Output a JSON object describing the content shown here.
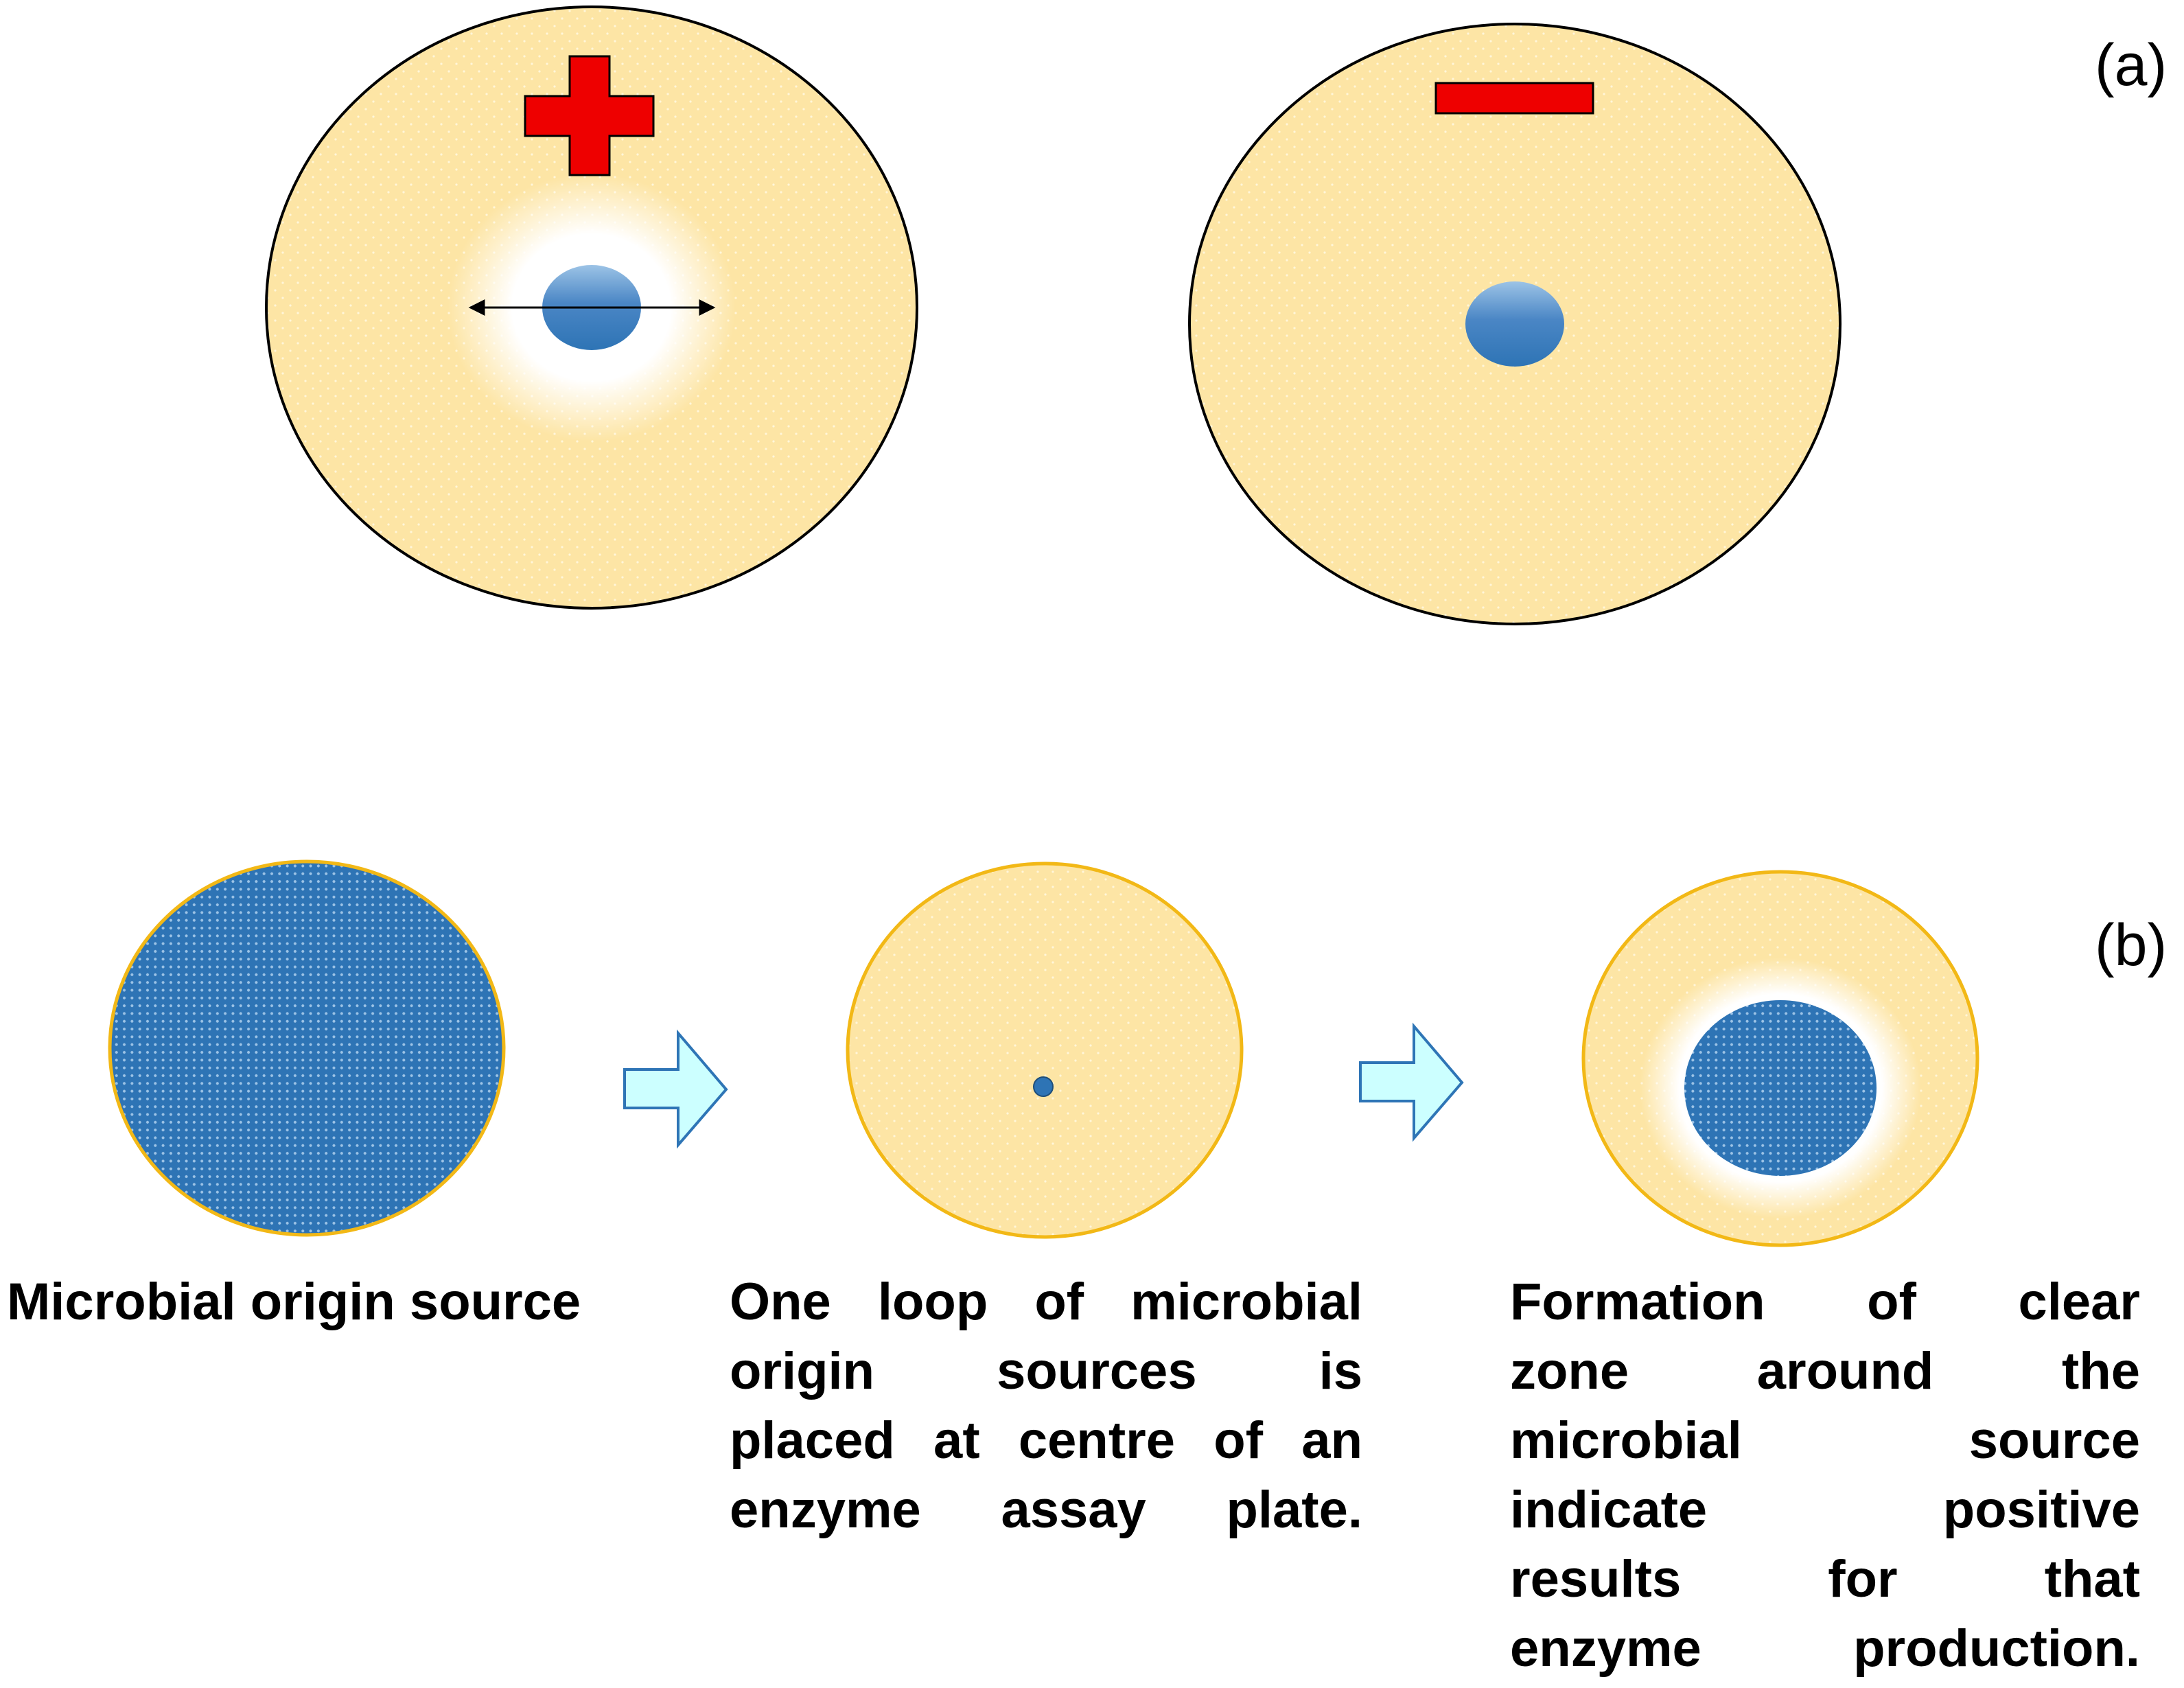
{
  "panels": {
    "a": {
      "label": "(a)"
    },
    "b": {
      "label": "(b)"
    }
  },
  "symbols": {
    "positive": "plus-sign",
    "negative": "minus-sign"
  },
  "steps": [
    {
      "caption_lines": [
        "Microbial origin source"
      ]
    },
    {
      "caption_lines": [
        "One loop of microbial",
        "origin sources is",
        "placed at centre of an",
        "enzyme assay plate."
      ]
    },
    {
      "caption_lines": [
        "Formation of clear",
        "zone around the",
        "microbial source",
        "indicate positive",
        "results for that",
        "enzyme production."
      ]
    }
  ],
  "colors": {
    "agar": "#FDE5A5",
    "agar_border_b": "#F2B816",
    "colony_blue": "#2E74B5",
    "sign_red": "#EE0000",
    "arrow_fill": "#CCFFFF",
    "arrow_stroke": "#2E75B6"
  }
}
